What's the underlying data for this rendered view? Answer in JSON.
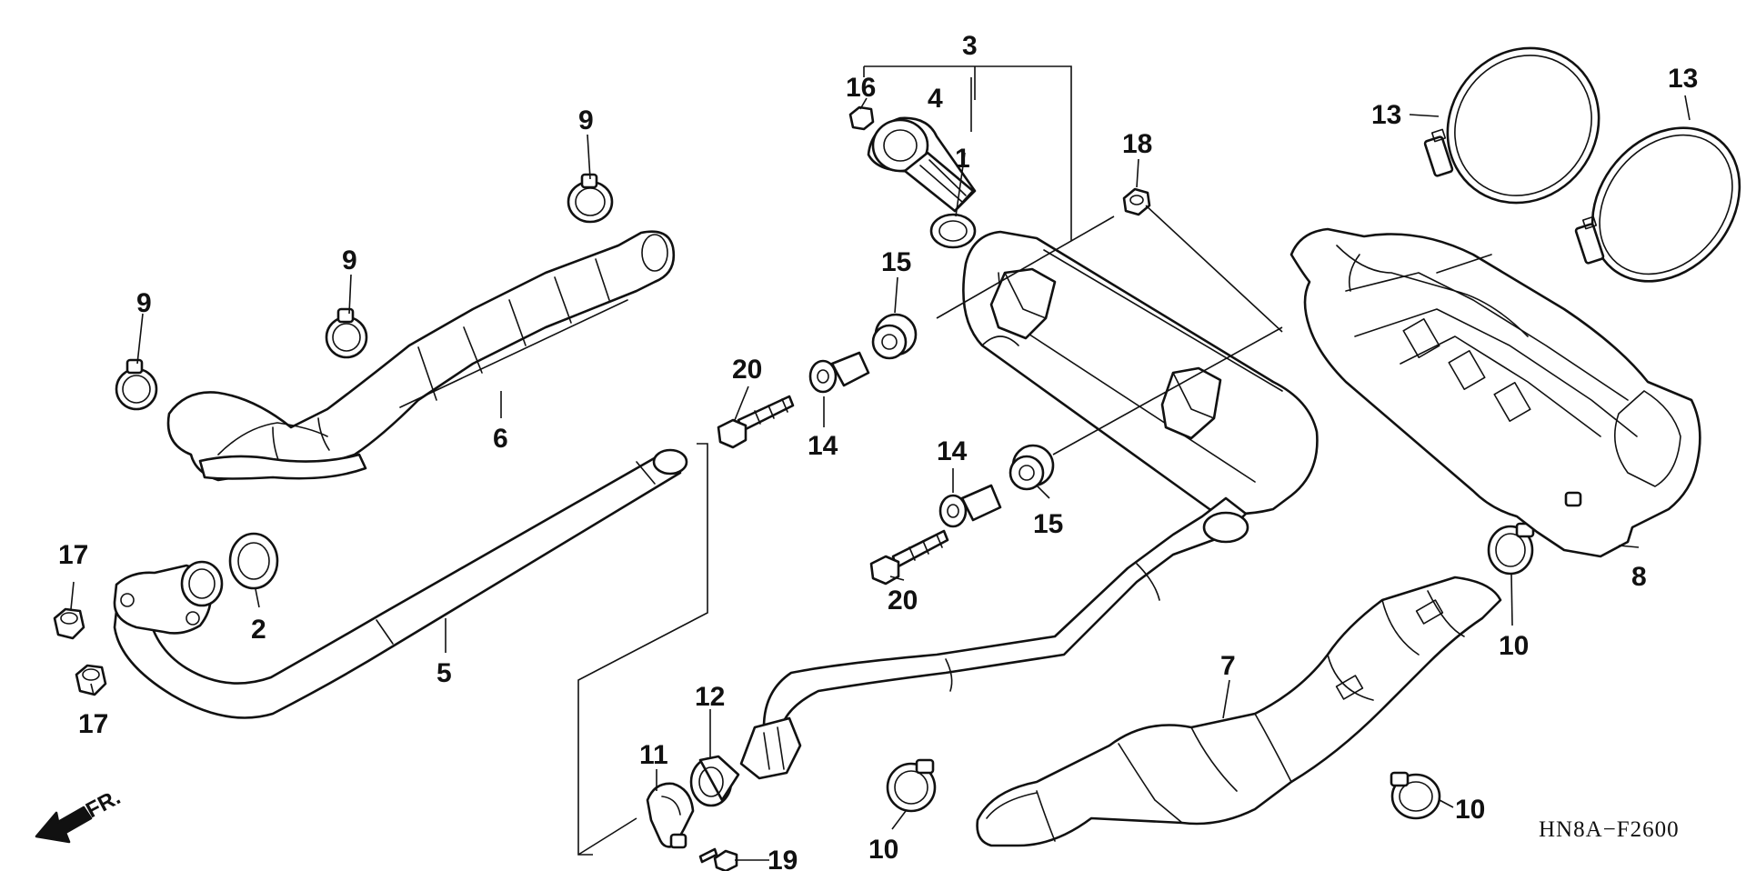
{
  "diagram_code": "HN8A−F2600",
  "direction_label": "FR.",
  "callouts": {
    "c1": "1",
    "c2": "2",
    "c3": "3",
    "c4": "4",
    "c5": "5",
    "c6": "6",
    "c7": "7",
    "c8": "8",
    "c9a": "9",
    "c9b": "9",
    "c9c": "9",
    "c10a": "10",
    "c10b": "10",
    "c10c": "10",
    "c11": "11",
    "c12": "12",
    "c13a": "13",
    "c13b": "13",
    "c14a": "14",
    "c14b": "14",
    "c15a": "15",
    "c15b": "15",
    "c16": "16",
    "c17a": "17",
    "c17b": "17",
    "c18": "18",
    "c19": "19",
    "c20a": "20",
    "c20b": "20"
  },
  "parts": {
    "p1": "gasket-ring",
    "p2": "gasket-ring",
    "p3": "muffler",
    "p4": "spark-arrester",
    "p5": "exhaust-pipe",
    "p6": "exhaust-pipe-protector",
    "p7": "muffler-protector",
    "p8": "muffler-cover",
    "p9": "hose-clamp",
    "p10": "hose-clamp",
    "p11": "clamp-band",
    "p12": "gasket-sleeve",
    "p13": "band-clamp",
    "p14": "collar",
    "p15": "rubber-mount",
    "p16": "bolt",
    "p17": "flange-nut",
    "p18": "flange-nut",
    "p19": "bolt",
    "p20": "flange-bolt"
  }
}
